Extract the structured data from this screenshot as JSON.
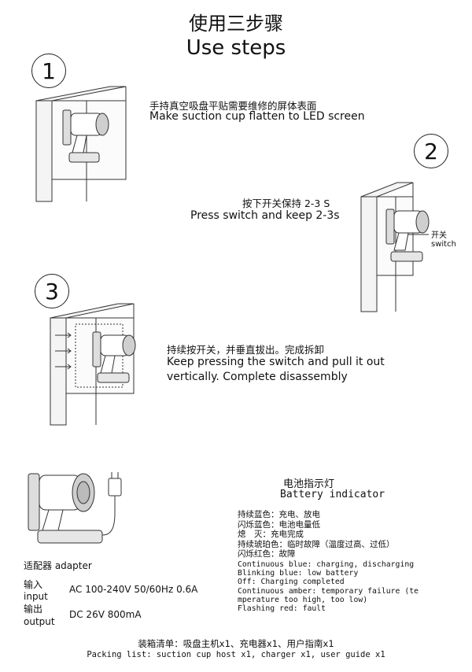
{
  "title": {
    "cn": "使用三步骤",
    "en": "Use steps"
  },
  "steps": [
    {
      "number": "1",
      "cn": "手持真空吸盘平贴需要维修的屏体表面",
      "en": "Make suction cup flatten to LED screen"
    },
    {
      "number": "2",
      "cn": "按下开关保持 2-3 S",
      "en": "Press switch and keep 2-3s",
      "switch_cn": "开关",
      "switch_en": "switch"
    },
    {
      "number": "3",
      "cn": "持续按开关，并垂直拔出。完成拆卸",
      "en_line1": "Keep pressing the switch and pull it out",
      "en_line2": "vertically. Complete disassembly"
    }
  ],
  "battery": {
    "title_cn": "电池指示灯",
    "title_en": "Battery indicator",
    "cn_lines": [
      "持续蓝色：充电、放电",
      "闪烁蓝色：电池电量低",
      "熄　灭：充电完成",
      "持续琥珀色：临时故障（温度过高、过低）",
      "闪烁红色：故障"
    ],
    "en_lines": [
      "Continuous blue: charging, discharging",
      "Blinking blue: low battery",
      "Off: Charging completed",
      "Continuous amber: temporary failure (te",
      "mperature too high, too low)",
      "Flashing red: fault"
    ]
  },
  "specs": {
    "adapter_label": "适配器 adapter",
    "input_label_cn": "输入",
    "input_label_en": "input",
    "input_value": "AC 100-240V 50/60Hz 0.6A",
    "output_label_cn": "输出",
    "output_label_en": "output",
    "output_value": "DC 26V  800mA"
  },
  "packing": {
    "cn": "装箱清单：吸盘主机x1、充电器x1、用户指南x1",
    "en": "Packing list: suction cup host x1, charger x1, user guide x1"
  }
}
